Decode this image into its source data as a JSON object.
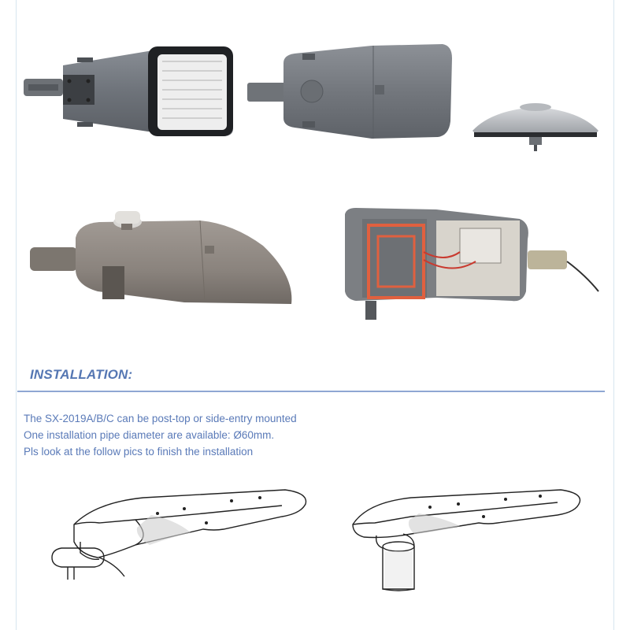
{
  "section": {
    "heading": "INSTALLATION:",
    "lines": [
      "The SX-2019A/B/C can be post-top or side-entry mounted",
      "One installation pipe diameter are available: Ø60mm.",
      "Pls look at the follow pics to finish the installation"
    ]
  }
}
